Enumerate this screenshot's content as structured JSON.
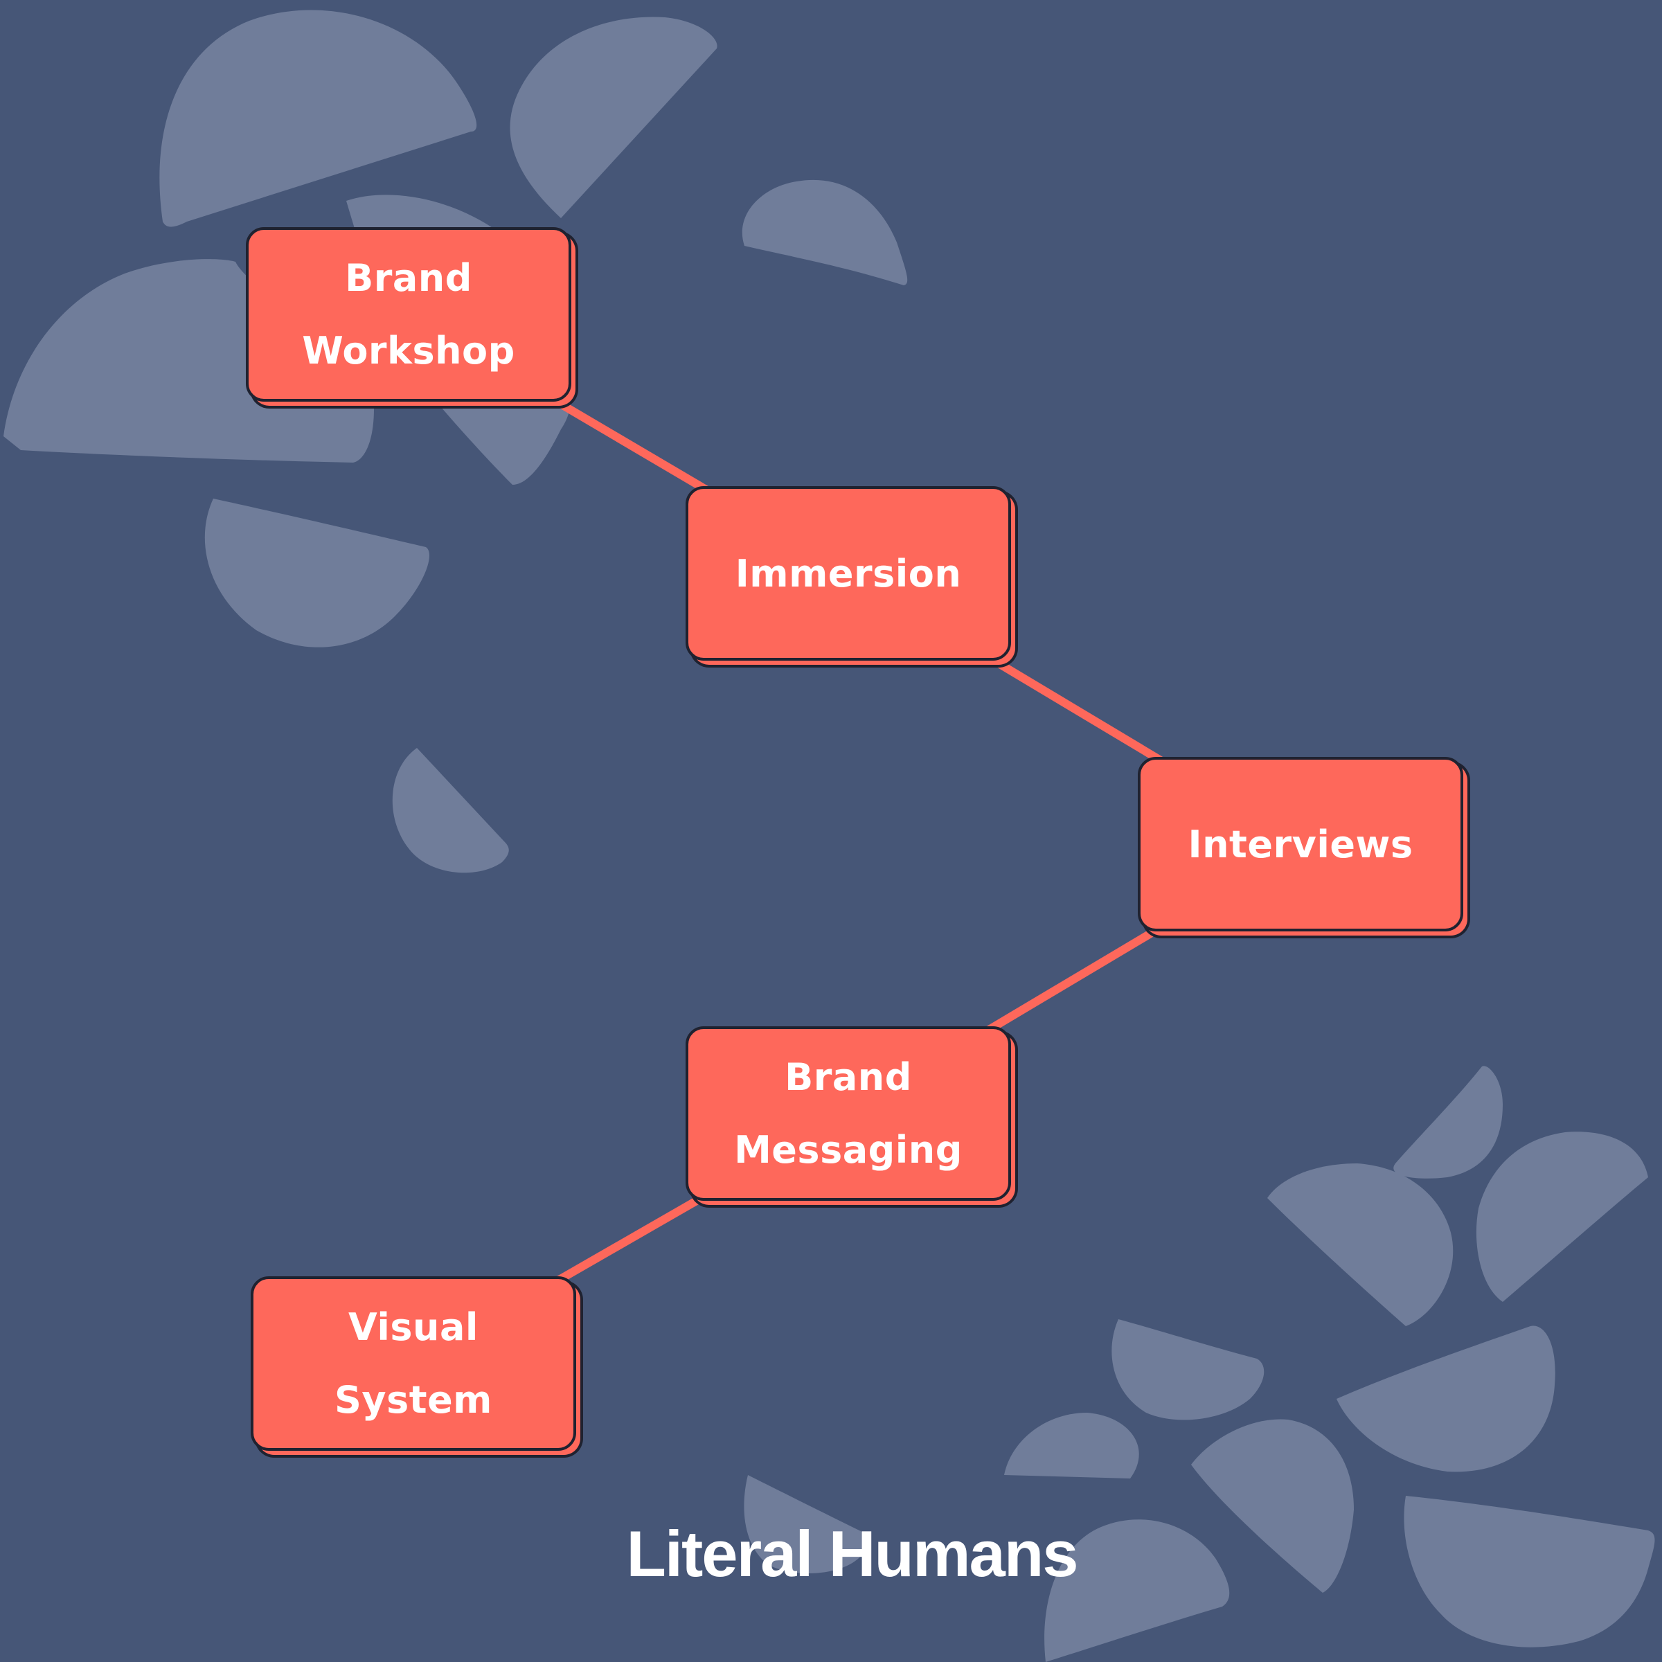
{
  "diagram": {
    "colors": {
      "background": "#465677",
      "node_fill": "#FE685B",
      "node_outline": "#1f2230",
      "connector": "#FE685B",
      "shape": "#8A96B0"
    },
    "nodes": [
      {
        "id": "brand-workshop",
        "lines": [
          "Brand",
          "Workshop"
        ]
      },
      {
        "id": "immersion",
        "lines": [
          "Immersion"
        ]
      },
      {
        "id": "interviews",
        "lines": [
          "Interviews"
        ]
      },
      {
        "id": "brand-messaging",
        "lines": [
          "Brand",
          "Messaging"
        ]
      },
      {
        "id": "visual-system",
        "lines": [
          "Visual",
          "System"
        ]
      }
    ],
    "edges": [
      [
        "brand-workshop",
        "immersion"
      ],
      [
        "immersion",
        "interviews"
      ],
      [
        "interviews",
        "brand-messaging"
      ],
      [
        "brand-messaging",
        "visual-system"
      ]
    ]
  },
  "footer": {
    "brand": "Literal Humans"
  }
}
